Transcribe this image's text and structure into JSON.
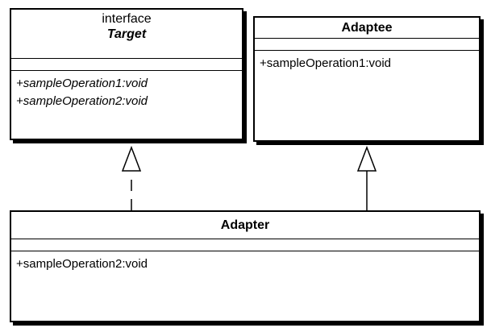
{
  "classes": {
    "target": {
      "stereotype": "interface",
      "name": "Target",
      "operations": [
        "+sampleOperation1:void",
        "+sampleOperation2:void"
      ]
    },
    "adaptee": {
      "name": "Adaptee",
      "operations": [
        "+sampleOperation1:void"
      ]
    },
    "adapter": {
      "name": "Adapter",
      "operations": [
        "+sampleOperation2:void"
      ]
    }
  },
  "relations": [
    {
      "from": "Adapter",
      "to": "Target",
      "type": "realization"
    },
    {
      "from": "Adapter",
      "to": "Adaptee",
      "type": "generalization"
    }
  ]
}
